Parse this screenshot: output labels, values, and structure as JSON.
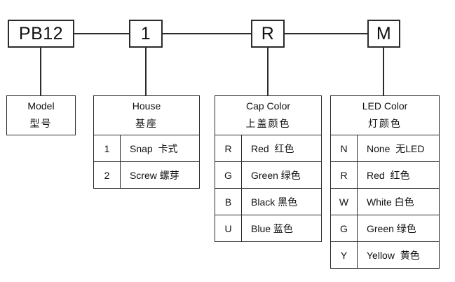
{
  "codes": [
    {
      "value": "PB12"
    },
    {
      "value": "1"
    },
    {
      "value": "R"
    },
    {
      "value": "M"
    }
  ],
  "tables": [
    {
      "title_en": "Model",
      "title_zh": "型号",
      "rows": []
    },
    {
      "title_en": "House",
      "title_zh": "基座",
      "rows": [
        {
          "code": "1",
          "label": "Snap  卡式"
        },
        {
          "code": "2",
          "label": "Screw 螺芽"
        }
      ]
    },
    {
      "title_en": "Cap Color",
      "title_zh": "上盖颜色",
      "rows": [
        {
          "code": "R",
          "label": "Red  红色"
        },
        {
          "code": "G",
          "label": "Green 绿色"
        },
        {
          "code": "B",
          "label": "Black 黑色"
        },
        {
          "code": "U",
          "label": "Blue 蓝色"
        }
      ]
    },
    {
      "title_en": "LED Color",
      "title_zh": "灯颜色",
      "rows": [
        {
          "code": "N",
          "label": "None  无LED"
        },
        {
          "code": "R",
          "label": "Red  红色"
        },
        {
          "code": "W",
          "label": "White 白色"
        },
        {
          "code": "G",
          "label": "Green 绿色"
        },
        {
          "code": "Y",
          "label": "Yellow  黄色"
        }
      ]
    }
  ],
  "colors": {
    "line": "#2b2b2b",
    "text": "#111111",
    "background": "#ffffff"
  }
}
